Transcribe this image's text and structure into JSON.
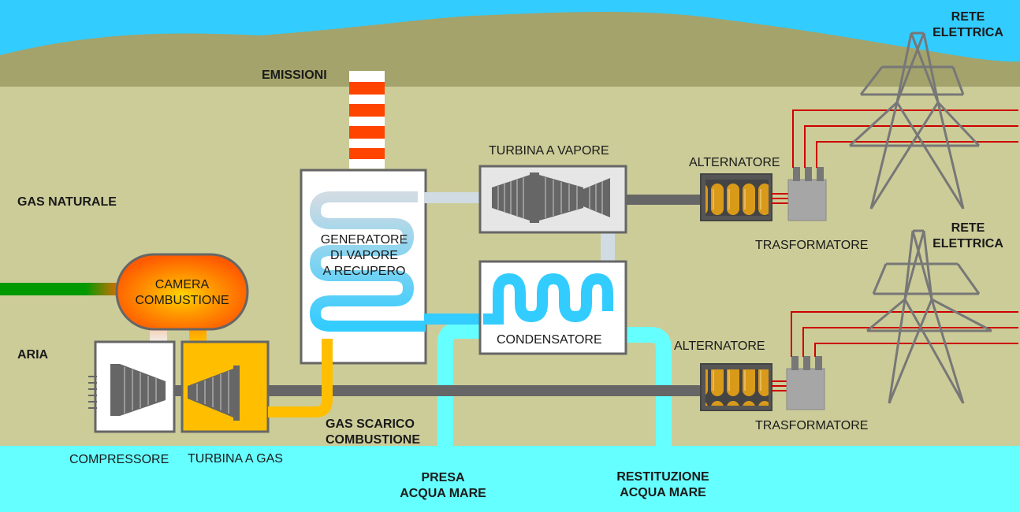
{
  "colors": {
    "sky": "#33ccff",
    "hills": "#a3a36b",
    "ground": "#cccc99",
    "sea": "#66ffff",
    "gas_line": "#009900",
    "combustion": "#ff6600",
    "exhaust": "#ffbf00",
    "steam": "#d0dbe3",
    "water": "#33ccff",
    "shaft": "#666666",
    "power_lines": "#cc0000"
  },
  "labels": {
    "emissioni": "EMISSIONI",
    "rete_elettrica_top": "RETE\nELETTRICA",
    "rete_elettrica_bottom": "RETE\nELETTRICA",
    "gas_naturale": "GAS NATURALE",
    "aria": "ARIA",
    "turbina_vapore": "TURBINA A VAPORE",
    "alternatore_top": "ALTERNATORE",
    "alternatore_bottom": "ALTERNATORE",
    "trasformatore_top": "TRASFORMATORE",
    "trasformatore_bottom": "TRASFORMATORE",
    "generatore": "GENERATORE\nDI VAPORE\nA RECUPERO",
    "camera": "CAMERA\nCOMBUSTIONE",
    "condensatore": "CONDENSATORE",
    "gas_scarico": "GAS SCARICO\nCOMBUSTIONE",
    "compressore": "COMPRESSORE",
    "turbina_gas": "TURBINA A GAS",
    "presa": "PRESA\nACQUA MARE",
    "restituzione": "RESTITUZIONE\nACQUA MARE"
  }
}
